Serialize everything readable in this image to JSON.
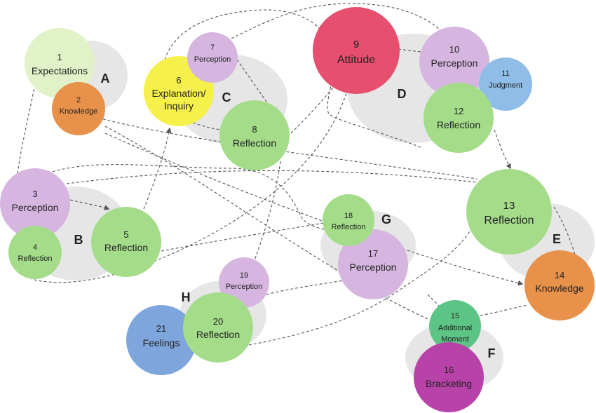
{
  "colors": {
    "group_bg": "#e6e6e6",
    "light_green": "#e2f2c8",
    "orange": "#e8914a",
    "purple": "#d6b6e0",
    "green": "#a4dc8a",
    "yellow": "#f6f04a",
    "red": "#e6506e",
    "blue": "#8fbde8",
    "dark_green": "#5cc585",
    "magenta": "#b843a8",
    "steel_blue": "#7ea6dc"
  },
  "groups": [
    {
      "id": "A",
      "letter": "A"
    },
    {
      "id": "B",
      "letter": "B"
    },
    {
      "id": "C",
      "letter": "C"
    },
    {
      "id": "D",
      "letter": "D"
    },
    {
      "id": "E",
      "letter": "E"
    },
    {
      "id": "F",
      "letter": "F"
    },
    {
      "id": "G",
      "letter": "G"
    },
    {
      "id": "H",
      "letter": "H"
    }
  ],
  "nodes": [
    {
      "num": "1",
      "lines": [
        "Expectations"
      ]
    },
    {
      "num": "2",
      "lines": [
        "Knowledge"
      ]
    },
    {
      "num": "3",
      "lines": [
        "Perception"
      ]
    },
    {
      "num": "4",
      "lines": [
        "Reflection"
      ]
    },
    {
      "num": "5",
      "lines": [
        "Reflection"
      ]
    },
    {
      "num": "6",
      "lines": [
        "Explanation/",
        "Inquiry"
      ]
    },
    {
      "num": "7",
      "lines": [
        "Perception"
      ]
    },
    {
      "num": "8",
      "lines": [
        "Reflection"
      ]
    },
    {
      "num": "9",
      "lines": [
        "Attitude"
      ]
    },
    {
      "num": "10",
      "lines": [
        "Perception"
      ]
    },
    {
      "num": "11",
      "lines": [
        "Judgment"
      ]
    },
    {
      "num": "12",
      "lines": [
        "Reflection"
      ]
    },
    {
      "num": "13",
      "lines": [
        "Reflection"
      ]
    },
    {
      "num": "14",
      "lines": [
        "Knowledge"
      ]
    },
    {
      "num": "15",
      "lines": [
        "Additional",
        "Moment"
      ]
    },
    {
      "num": "16",
      "lines": [
        "Bracketing"
      ]
    },
    {
      "num": "17",
      "lines": [
        "Perception"
      ]
    },
    {
      "num": "18",
      "lines": [
        "Reflection"
      ]
    },
    {
      "num": "19",
      "lines": [
        "Perception"
      ]
    },
    {
      "num": "20",
      "lines": [
        "Reflection"
      ]
    },
    {
      "num": "21",
      "lines": [
        "Feelings"
      ]
    }
  ]
}
